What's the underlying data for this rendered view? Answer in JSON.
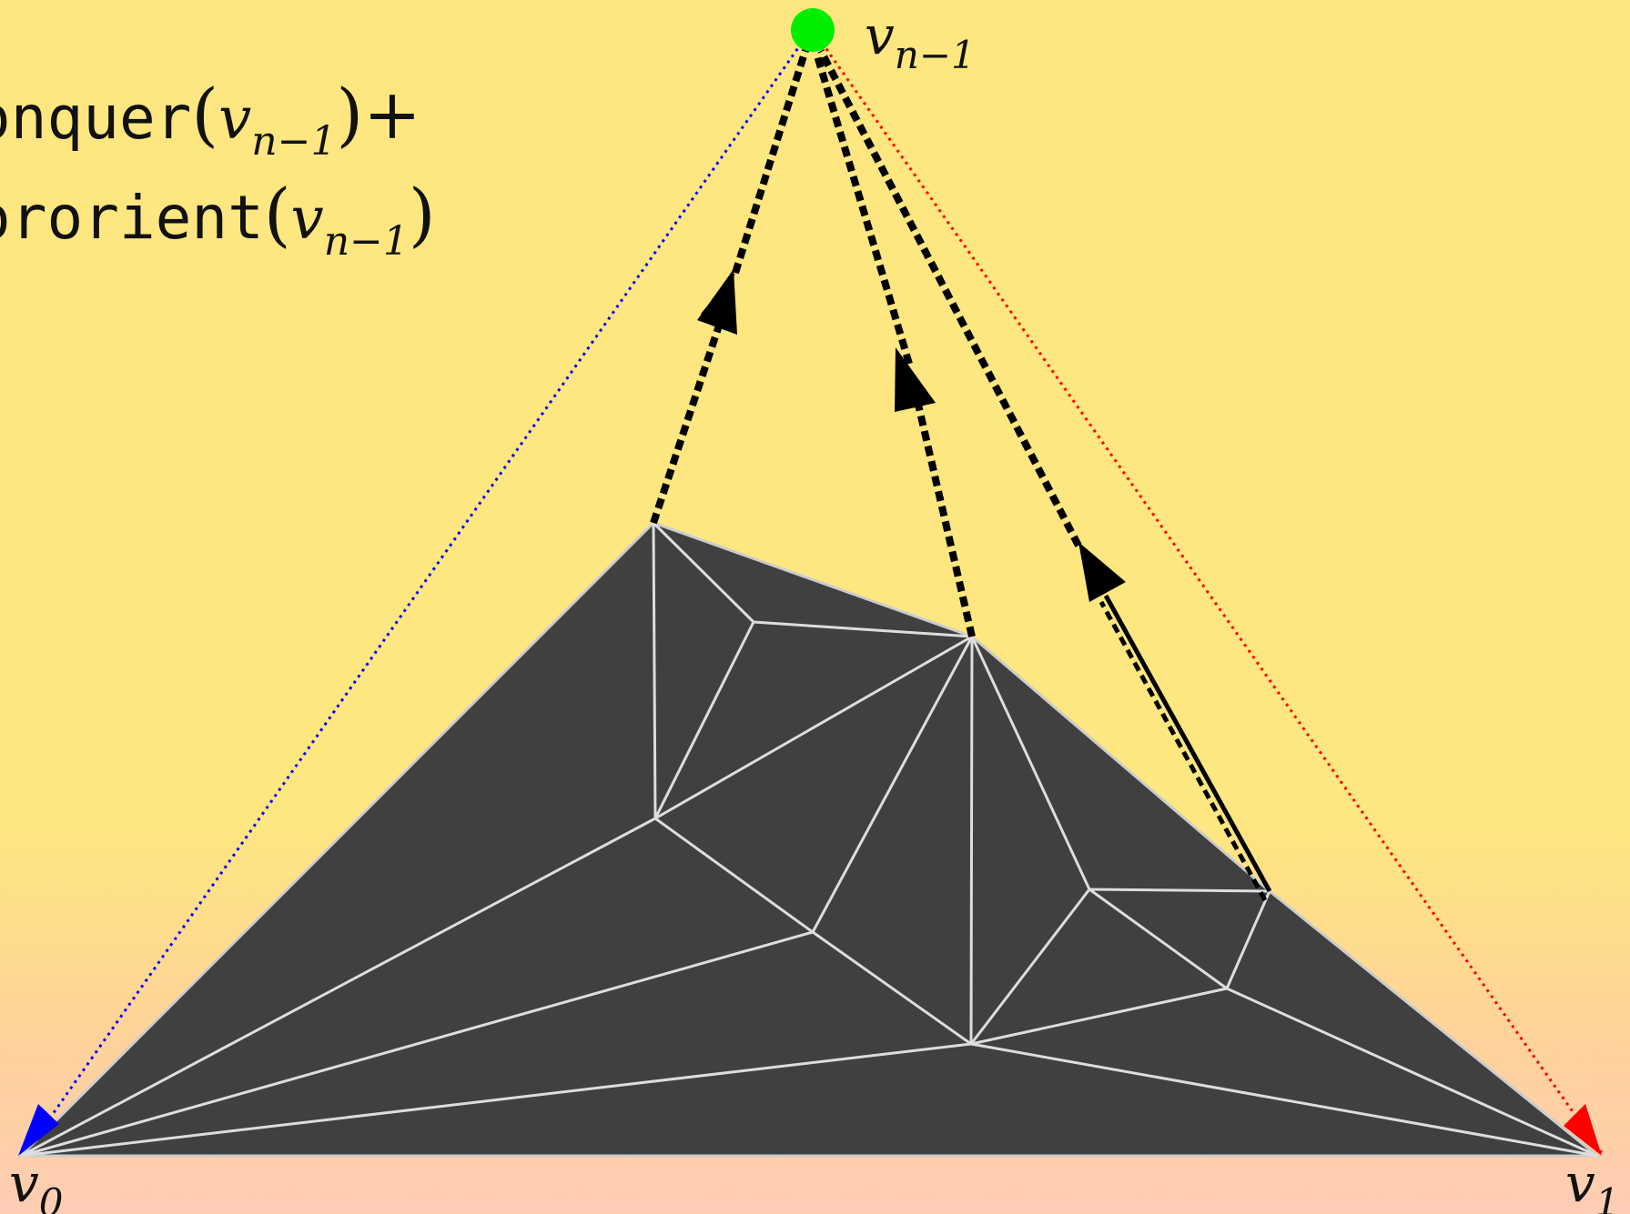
{
  "formula": {
    "line1": {
      "func": "onquer",
      "var": "v",
      "sub": "n−1",
      "suffix": "+"
    },
    "line2": {
      "func": "ororient",
      "var": "v",
      "sub": "n−1"
    }
  },
  "vertices": {
    "top": {
      "var": "v",
      "sub": "n−1",
      "marker_color": "#00ee00"
    },
    "left": {
      "var": "v",
      "sub": "0",
      "marker_color": "#0000ff"
    },
    "right": {
      "var": "v",
      "sub": "1",
      "marker_color": "#ff0000"
    }
  },
  "colors": {
    "background_top": "#fee680",
    "background_bottom": "#ffcdb4",
    "mesh_fill": "#404040",
    "mesh_edges": "#dddddd",
    "left_dotted_edge": "#0000ff",
    "right_dotted_edge": "#ff0000",
    "arrows": "#000000"
  }
}
